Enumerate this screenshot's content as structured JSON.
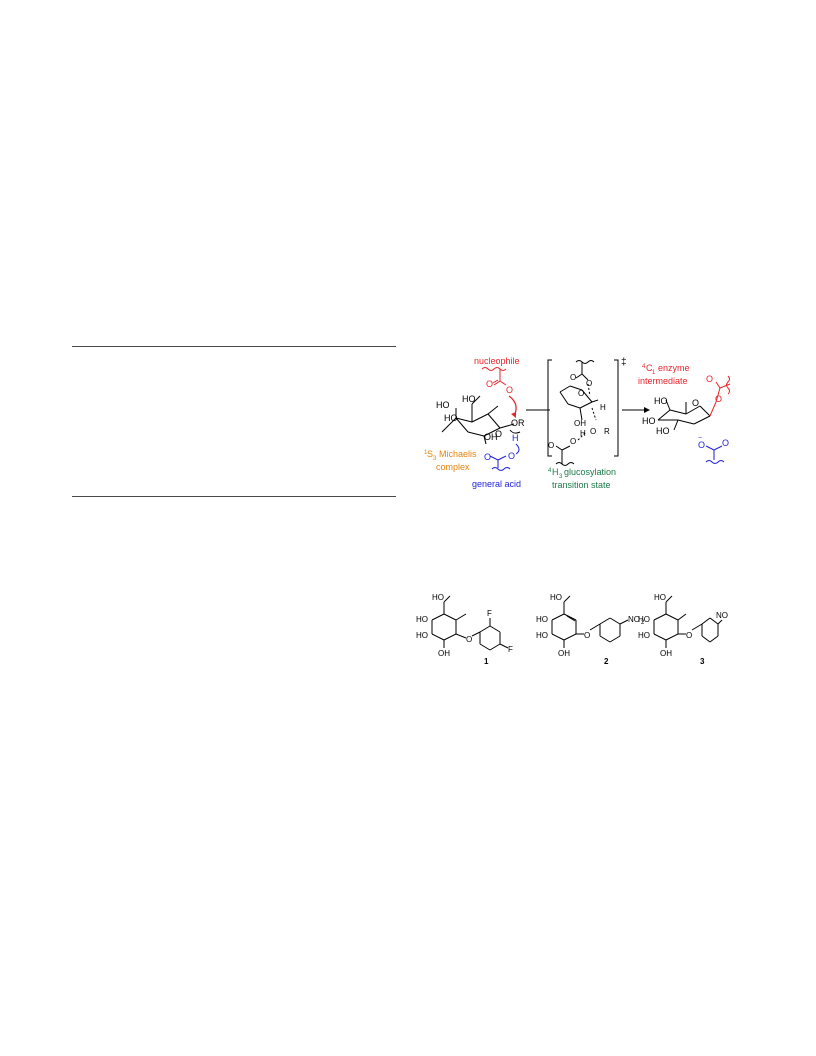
{
  "scheme": {
    "nucleophile": "nucleophile",
    "michaelis_line1": "Michaelis",
    "michaelis_line2": "complex",
    "general_acid": "general acid",
    "ts_line1": "glucosylation",
    "ts_line2": "transition state",
    "enzyme_line1": "enzyme",
    "enzyme_line2": "intermediate",
    "dagger": "‡",
    "substrate_labels": {
      "ho_ch2": "HO",
      "ho_left": "HO",
      "ho_mid": "HO",
      "oh_bottom": "OH",
      "or": "OR",
      "o_ring": "O",
      "h_acid": "H",
      "o_acid": "O"
    },
    "ts_labels": {
      "o_carb": "O",
      "o_ester": "O",
      "o_ring": "O",
      "oh": "OH",
      "h1": "H",
      "h2": "H",
      "o_r": "O",
      "r": "R",
      "o_low": "O",
      "o_low2": "O"
    },
    "product_labels": {
      "ho_top": "HO",
      "ho_left": "HO",
      "ho_bottom": "HO",
      "o_ring": "O",
      "o_link": "O",
      "o_carb": "O",
      "o_carboxylate": "O",
      "o_carboxylate2": "O"
    },
    "colors": {
      "nucleophile": "#e8232a",
      "acid": "#1f1fd6",
      "michaelis": "#e6820a",
      "transition": "#1c7a4a",
      "black": "#000000"
    }
  },
  "compounds": [
    {
      "id": "1",
      "ho_top": "HO",
      "ho1": "HO",
      "ho2": "HO",
      "oh": "OH",
      "o": "O",
      "sub1": "F",
      "sub2": "F"
    },
    {
      "id": "2",
      "ho_top": "HO",
      "ho1": "HO",
      "ho2": "HO",
      "oh": "OH",
      "o": "O",
      "sub1": "NO"
    },
    {
      "id": "3",
      "ho_top": "HO",
      "ho1": "HO",
      "ho2": "HO",
      "oh": "OH",
      "o": "O",
      "sub1": "NO"
    }
  ]
}
